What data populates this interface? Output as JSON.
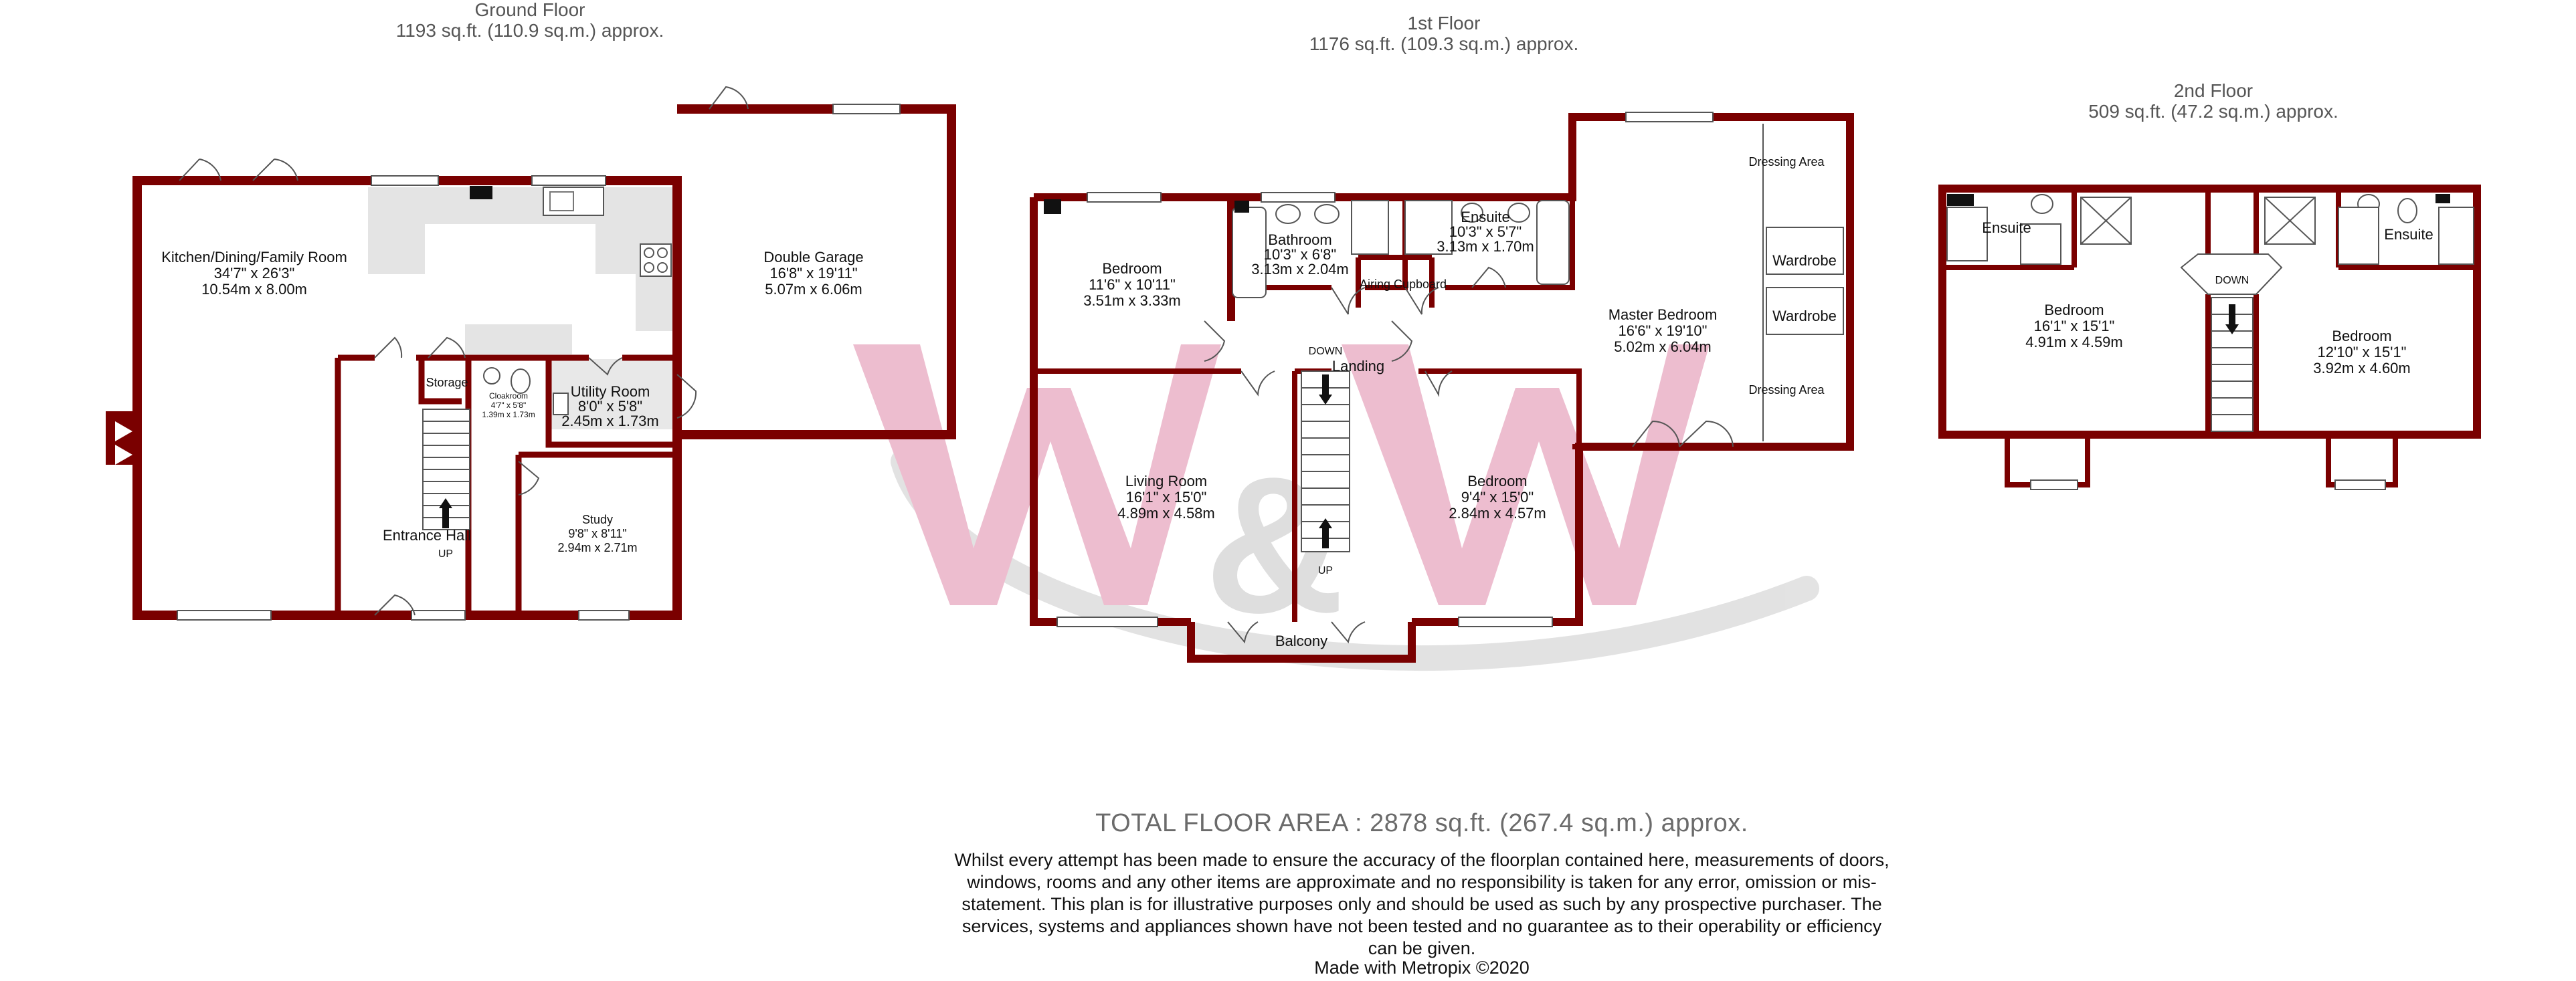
{
  "floors": {
    "ground": {
      "title": "Ground Floor",
      "area": "1193 sq.ft. (110.9 sq.m.) approx.",
      "rooms": {
        "kitchen": {
          "name": "Kitchen/Dining/Family Room",
          "imperial": "34'7\" x 26'3\"",
          "metric": "10.54m x 8.00m"
        },
        "garage": {
          "name": "Double Garage",
          "imperial": "16'8\" x 19'11\"",
          "metric": "5.07m x 6.06m"
        },
        "storage": {
          "name": "Storage"
        },
        "cloakroom": {
          "name": "Cloakroom",
          "imperial": "4'7\" x 5'8\"",
          "metric": "1.39m x 1.73m"
        },
        "utility": {
          "name": "Utility Room",
          "imperial": "8'0\" x 5'8\"",
          "metric": "2.45m x 1.73m"
        },
        "entrance": {
          "name": "Entrance Hall"
        },
        "study": {
          "name": "Study",
          "imperial": "9'8\" x 8'11\"",
          "metric": "2.94m x 2.71m"
        }
      },
      "stair_label": "UP"
    },
    "first": {
      "title": "1st Floor",
      "area": "1176 sq.ft. (109.3 sq.m.) approx.",
      "rooms": {
        "bedroom_a": {
          "name": "Bedroom",
          "imperial": "11'6\" x 10'11\"",
          "metric": "3.51m x 3.33m"
        },
        "bathroom": {
          "name": "Bathroom",
          "imperial": "10'3\" x 6'8\"",
          "metric": "3.13m x 2.04m"
        },
        "ensuite": {
          "name": "Ensuite",
          "imperial": "10'3\" x 5'7\"",
          "metric": "3.13m x 1.70m"
        },
        "airing": {
          "name": "Airing Cupboard"
        },
        "landing": {
          "name": "Landing"
        },
        "master": {
          "name": "Master Bedroom",
          "imperial": "16'6\" x 19'10\"",
          "metric": "5.02m x 6.04m"
        },
        "dressing_top": {
          "name": "Dressing Area"
        },
        "dressing_bottom": {
          "name": "Dressing Area"
        },
        "wardrobe_1": {
          "name": "Wardrobe"
        },
        "wardrobe_2": {
          "name": "Wardrobe"
        },
        "living": {
          "name": "Living Room",
          "imperial": "16'1\" x 15'0\"",
          "metric": "4.89m x 4.58m"
        },
        "bedroom_b": {
          "name": "Bedroom",
          "imperial": "9'4\" x 15'0\"",
          "metric": "2.84m x 4.57m"
        },
        "balcony": {
          "name": "Balcony"
        }
      },
      "stair_down": "DOWN",
      "stair_up": "UP"
    },
    "second": {
      "title": "2nd Floor",
      "area": "509 sq.ft. (47.2 sq.m.) approx.",
      "rooms": {
        "ensuite_left": {
          "name": "Ensuite"
        },
        "ensuite_right": {
          "name": "Ensuite"
        },
        "bedroom_left": {
          "name": "Bedroom",
          "imperial": "16'1\" x 15'1\"",
          "metric": "4.91m x 4.59m"
        },
        "bedroom_right": {
          "name": "Bedroom",
          "imperial": "12'10\" x 15'1\"",
          "metric": "3.92m x 4.60m"
        }
      },
      "stair_down": "DOWN"
    }
  },
  "footer": {
    "total": "TOTAL FLOOR AREA : 2878 sq.ft. (267.4 sq.m.) approx.",
    "disclaimer": "Whilst every attempt has been made to ensure the accuracy of the floorplan contained here, measurements of doors, windows, rooms and any other items are approximate and no responsibility is taken for any error, omission or mis-statement. This plan is for illustrative purposes only and should be used as such by any prospective purchaser. The services, systems and appliances shown have not been tested and no guarantee as to their operability or efficiency can be given.",
    "made_with": "Made with Metropix ©2020"
  },
  "colors": {
    "wall": "#7a0000",
    "fixture_grey": "#e4e4e4",
    "watermark_pink": "#e8a9bf",
    "watermark_grey": "#d3d3d3",
    "line": "#444444"
  }
}
